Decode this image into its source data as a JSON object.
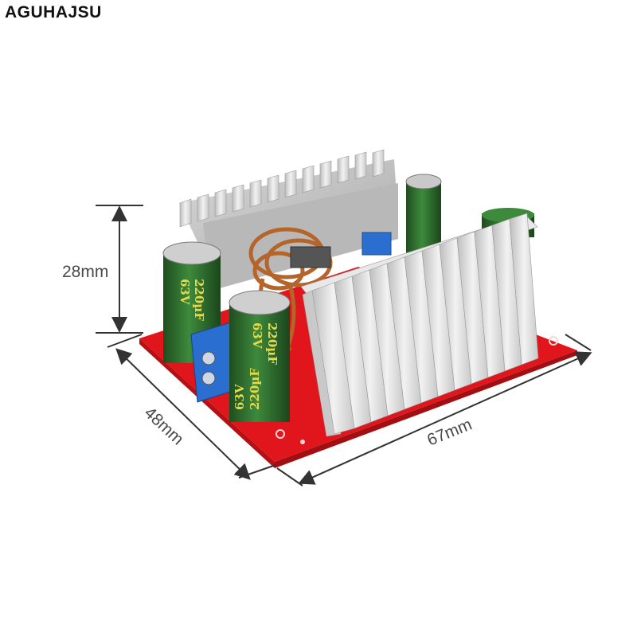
{
  "brand": "AGUHAJSU",
  "dimensions": {
    "height": "28mm",
    "depth": "48mm",
    "width": "67mm"
  },
  "capacitors": {
    "capacitance": "220µF",
    "voltage": "63V"
  },
  "colors": {
    "pcb": "#e0161c",
    "heatsink": "#d9d9d9",
    "capacitor": "#2f6b2f",
    "terminal": "#2a6fd0",
    "coil": "#b5652a"
  }
}
